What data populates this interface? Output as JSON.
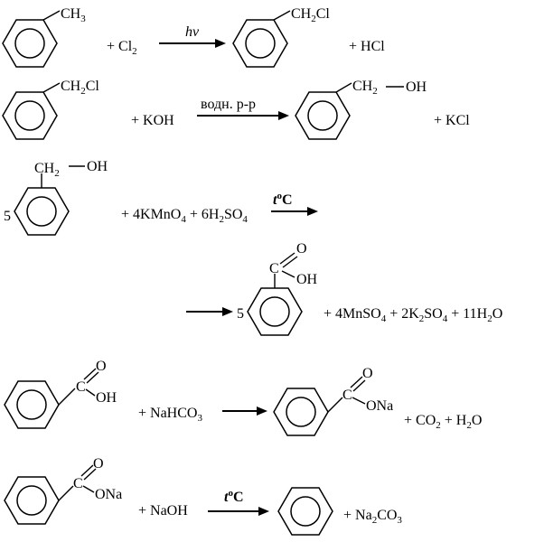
{
  "reactions": [
    {
      "id": "r1",
      "reactant_group": "CH3",
      "plus_reagent": "+ Cl",
      "plus_reagent_sub": "2",
      "condition": "hv",
      "product_group": "CH2Cl",
      "side_product": "+ HCl"
    },
    {
      "id": "r2",
      "reactant_group": "CH2Cl",
      "plus_reagent": "+ KOH",
      "condition": "водн. р-р",
      "product_group_left": "CH2",
      "product_group_right": "OH",
      "side_product": "+ KCl"
    },
    {
      "id": "r3",
      "coefficient": "5",
      "reactant_group_left": "CH2",
      "reactant_group_right": "OH",
      "reagents": "+ 4KMnO4 + 6H2SO4",
      "condition": "t°C"
    },
    {
      "id": "r3b",
      "coefficient": "5",
      "carbonyl_O": "O",
      "carbonyl_C": "C",
      "hydroxyl": "OH",
      "products": "+ 4MnSO4 + 2K2SO4 + 11H2O"
    },
    {
      "id": "r4",
      "reactant_C": "C",
      "reactant_O": "O",
      "reactant_OH": "OH",
      "reagent": "+ NaHCO3",
      "product_C": "C",
      "product_O": "O",
      "product_ONa": "ONa",
      "side_products": "+ CO2 + H2O"
    },
    {
      "id": "r5",
      "reactant_C": "C",
      "reactant_O": "O",
      "reactant_ONa": "ONa",
      "reagent": "+ NaOH",
      "condition": "t°C",
      "side_product": "+ Na2CO3"
    }
  ]
}
